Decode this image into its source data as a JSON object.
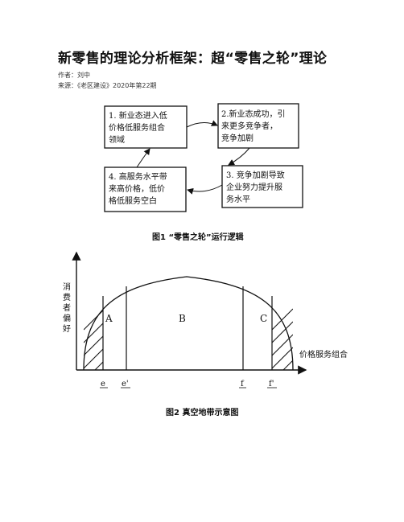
{
  "article": {
    "title": "新零售的理论分析框架：超“零售之轮”理论",
    "author": "作者：刘中",
    "source": "来源：《老区建设》2020年第22期"
  },
  "figure1": {
    "caption": "图1 “零售之轮”运行逻辑",
    "boxes": [
      {
        "lines": [
          "1. 新业态进入低",
          "价格低服务组合",
          "领域"
        ]
      },
      {
        "lines": [
          "2.新业态成功，引",
          "来更多竞争者，",
          "竞争加剧"
        ]
      },
      {
        "lines": [
          "3. 竞争加剧导致",
          "企业努力提升服",
          "务水平"
        ]
      },
      {
        "lines": [
          "4. 高服务水平带",
          "来高价格，低价",
          "格低服务空白"
        ]
      }
    ]
  },
  "figure2": {
    "caption": "图2 真空地带示意图",
    "y_axis_label": [
      "消",
      "费",
      "者",
      "偏",
      "好"
    ],
    "x_axis_label": "价格服务组合",
    "regions": {
      "a": "A",
      "b": "B",
      "c": "C"
    },
    "ticks": {
      "e": "e",
      "e2": "e'",
      "f": "f",
      "f2": "f'"
    }
  }
}
